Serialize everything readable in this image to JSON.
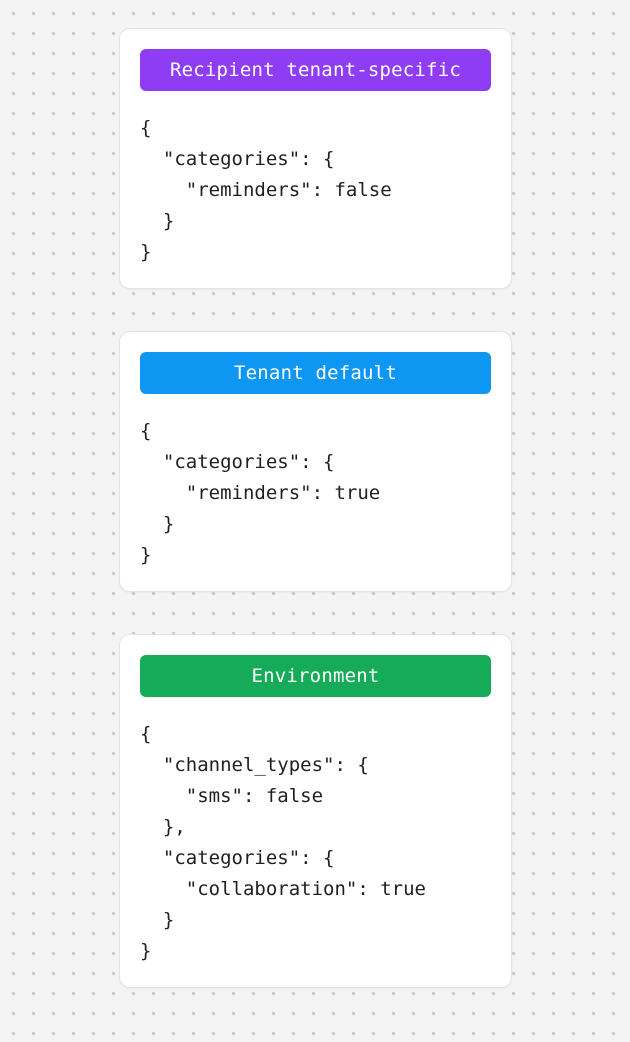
{
  "background": {
    "color": "#f4f4f4",
    "dot_color": "#c9c9c9",
    "pattern": "dotted-grid"
  },
  "cards": [
    {
      "id": "recipient-tenant-specific",
      "header_label": "Recipient tenant-specific",
      "header_color": "#8f3df5",
      "header_text_color": "#ffffff",
      "json_text": "{\n  \"categories\": {\n    \"reminders\": false\n  }\n}"
    },
    {
      "id": "tenant-default",
      "header_label": "Tenant default",
      "header_color": "#0d96f2",
      "header_text_color": "#ffffff",
      "json_text": "{\n  \"categories\": {\n    \"reminders\": true\n  }\n}"
    },
    {
      "id": "environment",
      "header_label": "Environment",
      "header_color": "#15ab59",
      "header_text_color": "#ffffff",
      "json_text": "{\n  \"channel_types\": {\n    \"sms\": false\n  },\n  \"categories\": {\n    \"collaboration\": true\n  }\n}"
    }
  ]
}
